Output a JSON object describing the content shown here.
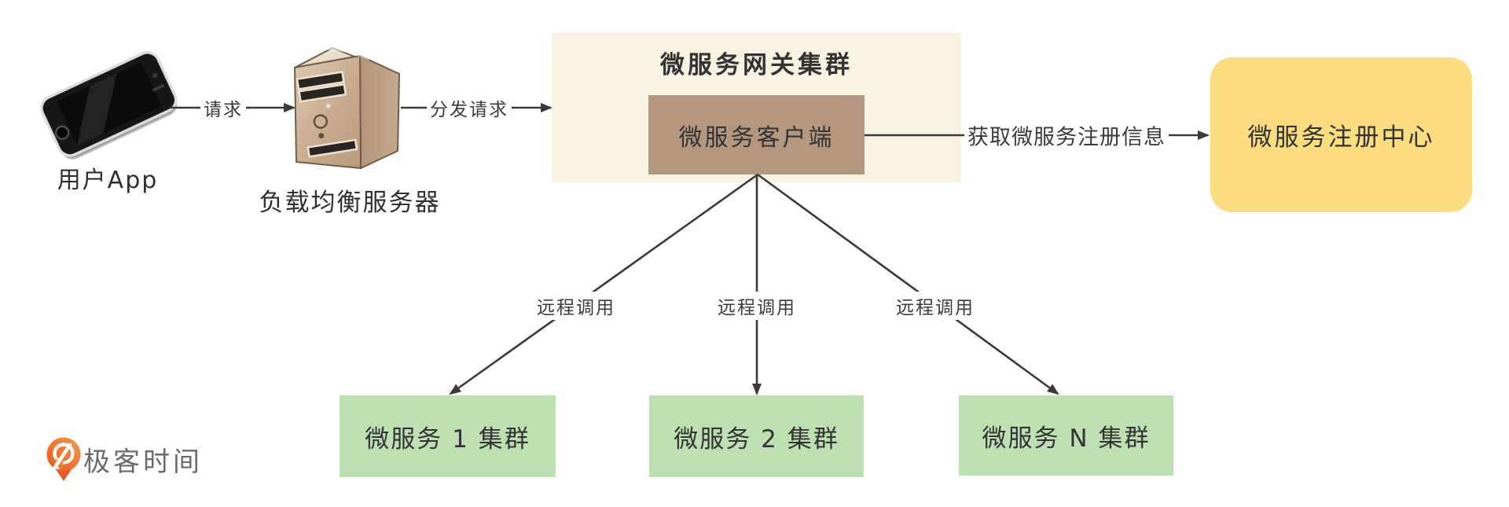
{
  "diagram": {
    "nodes": {
      "user_app": {
        "label": "用户App"
      },
      "load_balancer": {
        "label": "负载均衡服务器"
      },
      "gateway_cluster": {
        "title": "微服务网关集群"
      },
      "gateway_client": {
        "label": "微服务客户端"
      },
      "registry": {
        "label": "微服务注册中心"
      },
      "service_1": {
        "label": "微服务 1 集群"
      },
      "service_2": {
        "label": "微服务 2 集群"
      },
      "service_n": {
        "label": "微服务 N 集群"
      }
    },
    "edges": {
      "request": {
        "label": "请求"
      },
      "dispatch": {
        "label": "分发请求"
      },
      "fetch_registry": {
        "label": "获取微服务注册信息"
      },
      "rpc_1": {
        "label": "远程调用"
      },
      "rpc_2": {
        "label": "远程调用"
      },
      "rpc_3": {
        "label": "远程调用"
      }
    }
  },
  "branding": {
    "logo_text": "极客时间"
  },
  "colors": {
    "line": "#3a3a3a",
    "text": "#303030",
    "gateway_bg": "#f7f2e2",
    "client_bg": "#b5967f",
    "registry_bg": "#fbdc80",
    "service_bg": "#bce0b2",
    "logo_orange_light": "#f59a45",
    "logo_orange_dark": "#e9561f",
    "logo_text_color": "#6b6b6b"
  }
}
